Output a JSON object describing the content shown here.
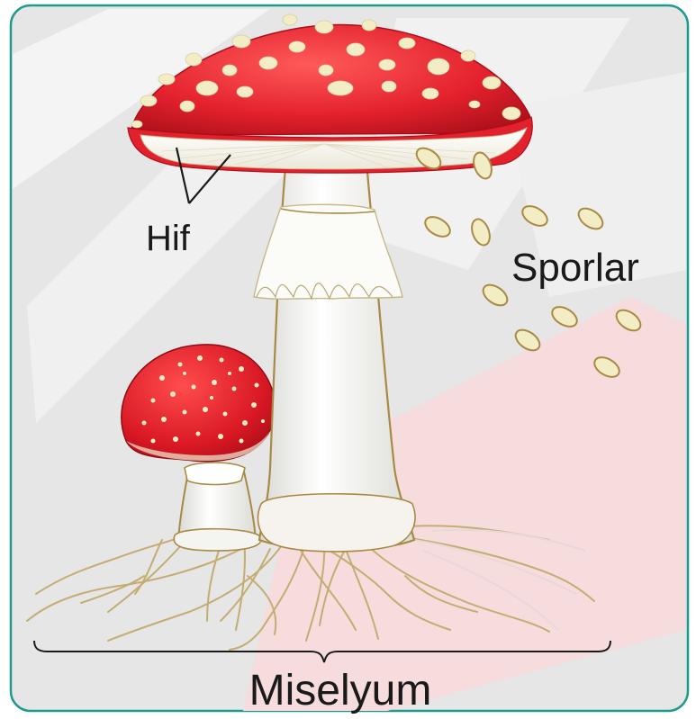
{
  "labels": {
    "hyphae": "Hif",
    "spores": "Sporlar",
    "mycelium": "Miselyum"
  },
  "colors": {
    "frame": "#1f9a8f",
    "cap_red": "#e3212d",
    "cap_dark": "#b3121c",
    "spots": "#f3edc6",
    "stem": "#f2f2ef",
    "outline": "#a88a45",
    "roots": "#c9b277",
    "watermark_gray": "#e3e3e3",
    "watermark_pink": "#f7d9da"
  },
  "icons": {
    "large_mushroom": "amanita-muscaria-icon",
    "small_mushroom": "young-amanita-icon"
  }
}
